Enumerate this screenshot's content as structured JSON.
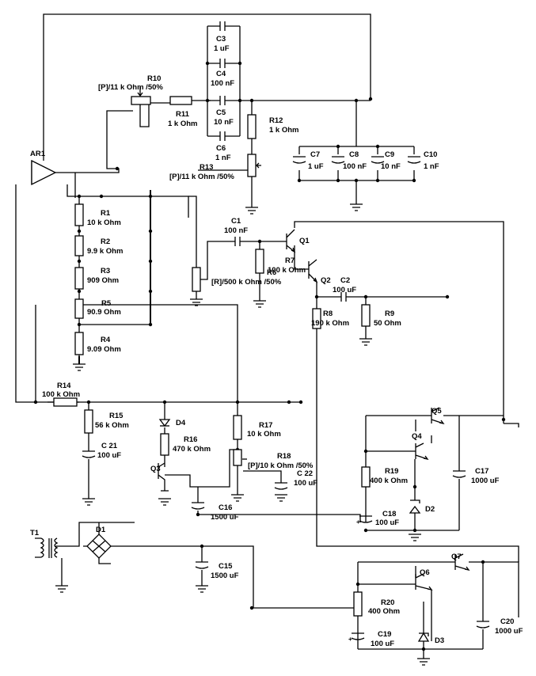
{
  "components": {
    "ar1": {
      "ref": "AR1"
    },
    "c3": {
      "ref": "C3",
      "value": "1 uF"
    },
    "c4": {
      "ref": "C4",
      "value": "100 nF"
    },
    "c5": {
      "ref": "C5",
      "value": "10 nF"
    },
    "c6": {
      "ref": "C6",
      "value": "1 nF"
    },
    "r10": {
      "ref": "R10",
      "value": "[P]/11 k Ohm /50%"
    },
    "r11": {
      "ref": "R11",
      "value": "1 k Ohm"
    },
    "r12": {
      "ref": "R12",
      "value": "1 k Ohm"
    },
    "r13": {
      "ref": "R13",
      "value": "[P]/11 k Ohm /50%"
    },
    "c7": {
      "ref": "C7",
      "value": "1 uF"
    },
    "c8": {
      "ref": "C8",
      "value": "100 nF"
    },
    "c9": {
      "ref": "C9",
      "value": "10 nF"
    },
    "c10": {
      "ref": "C10",
      "value": "1 nF"
    },
    "r1": {
      "ref": "R1",
      "value": "10 k Ohm"
    },
    "r2": {
      "ref": "R2",
      "value": "9.9 k Ohm"
    },
    "r3": {
      "ref": "R3",
      "value": "909  Ohm"
    },
    "r5": {
      "ref": "R5",
      "value": "90.9  Ohm"
    },
    "r4": {
      "ref": "R4",
      "value": "9.09  Ohm"
    },
    "c1": {
      "ref": "C1",
      "value": "100 nF"
    },
    "q1": {
      "ref": "Q1"
    },
    "r7": {
      "ref": "R7",
      "value": "100 k Ohm"
    },
    "r6": {
      "ref": "R6",
      "value": "[R]/500 k Ohm /50%"
    },
    "q2": {
      "ref": "Q2"
    },
    "c2": {
      "ref": "C2",
      "value": "100 uF"
    },
    "r8": {
      "ref": "R8",
      "value": "190 k Ohm"
    },
    "r9": {
      "ref": "R9",
      "value": "50  Ohm"
    },
    "r14": {
      "ref": "R14",
      "value": "100 k Ohm"
    },
    "r15": {
      "ref": "R15",
      "value": "56 k Ohm"
    },
    "c21": {
      "ref": "C 21",
      "value": "100 uF"
    },
    "d4": {
      "ref": "D4"
    },
    "r16": {
      "ref": "R16",
      "value": "470 k Ohm"
    },
    "q3": {
      "ref": "Q3"
    },
    "r17": {
      "ref": "R17",
      "value": "10 k Ohm"
    },
    "r18": {
      "ref": "R18",
      "value": "[P]/10 k Ohm /50%"
    },
    "c22": {
      "ref": "C 22",
      "value": "100 uF"
    },
    "c16": {
      "ref": "C16",
      "value": "1500 uF"
    },
    "q5": {
      "ref": "Q5"
    },
    "q4": {
      "ref": "Q4"
    },
    "r19": {
      "ref": "R19",
      "value": "400 k Ohm"
    },
    "c18": {
      "ref": "C18",
      "value": "100 uF"
    },
    "d2": {
      "ref": "D2"
    },
    "c17": {
      "ref": "C17",
      "value": "1000 uF"
    },
    "t1": {
      "ref": "T1"
    },
    "d1": {
      "ref": "D1"
    },
    "c15": {
      "ref": "C15",
      "value": "1500 uF"
    },
    "q7": {
      "ref": "Q7"
    },
    "q6": {
      "ref": "Q6"
    },
    "r20": {
      "ref": "R20",
      "value": "400  Ohm"
    },
    "c19": {
      "ref": "C19",
      "value": "100 uF"
    },
    "d3": {
      "ref": "D3"
    },
    "c20": {
      "ref": "C20",
      "value": "1000 uF"
    }
  }
}
